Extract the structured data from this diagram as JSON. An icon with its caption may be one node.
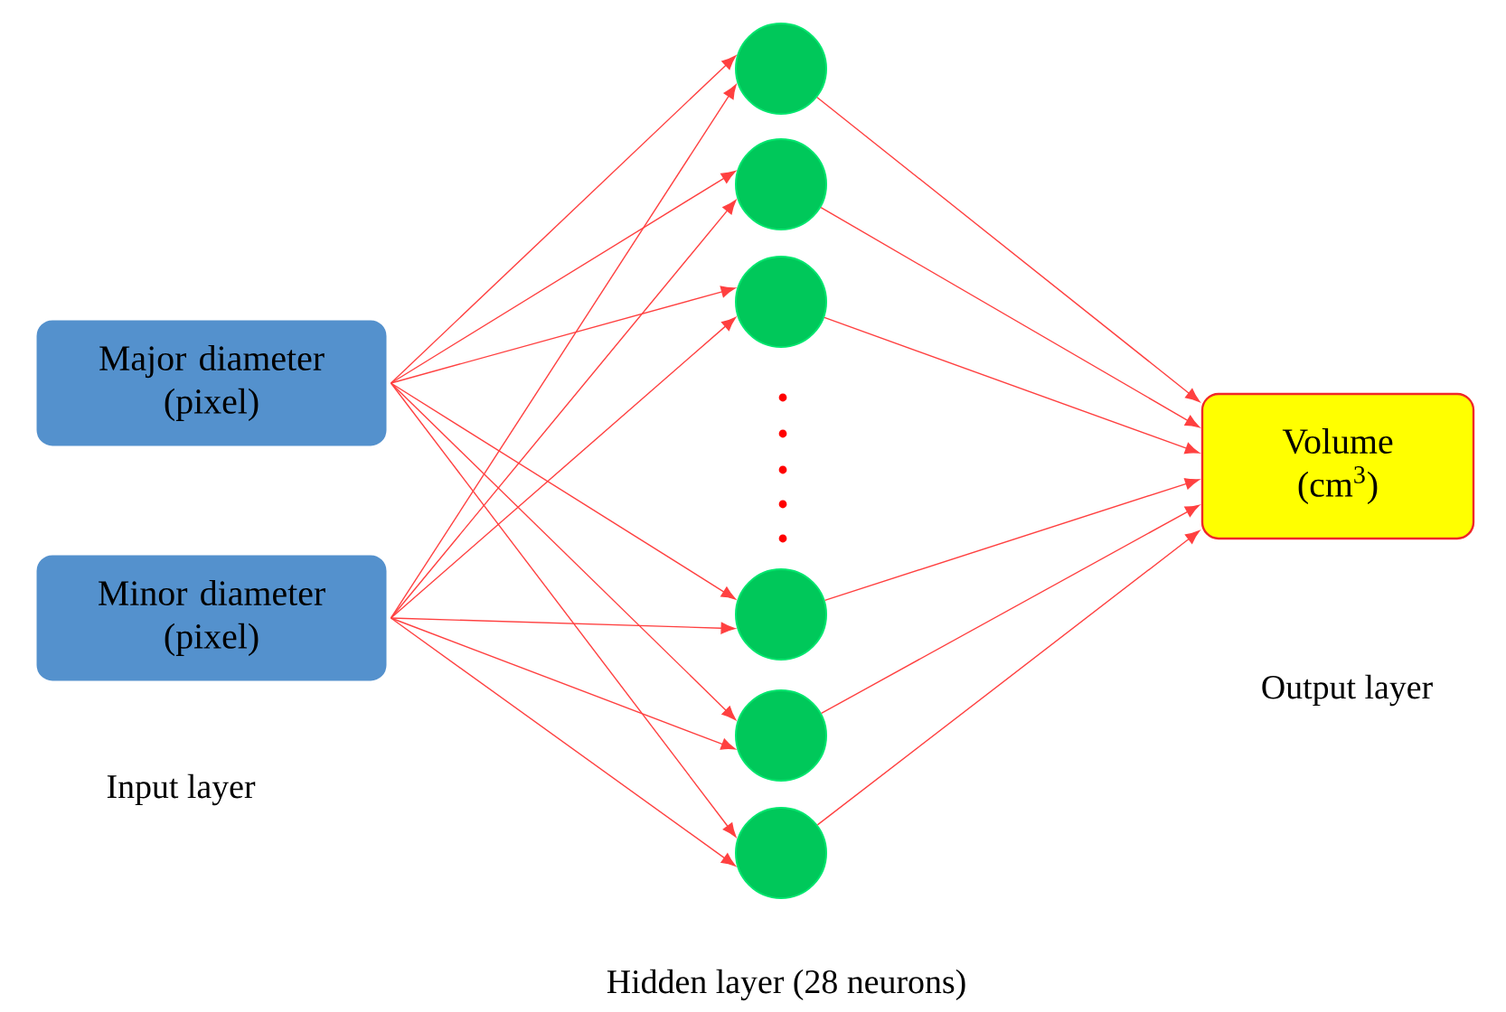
{
  "diagram": {
    "nodes": [
      {
        "text": [
          "Major diameter (pixel)"
        ]
      },
      {
        "text": [
          "Minor diameter (pixel)"
        ]
      },
      {
        "text": [],
        "shape": "circle"
      },
      {
        "text": [],
        "shape": "circle"
      },
      {
        "text": [],
        "shape": "circle"
      },
      {
        "text": [],
        "shape": "circle"
      },
      {
        "text": [],
        "shape": "circle"
      },
      {
        "text": [],
        "shape": "circle"
      },
      {
        "text": [
          "Volume (cm$^{3}$)"
        ]
      }
    ],
    "edges": [
      {
        "from": 0,
        "to": 2,
        "arrow": "to"
      },
      {
        "from": 0,
        "to": 3,
        "arrow": "to"
      },
      {
        "from": 0,
        "to": 4,
        "arrow": "to"
      },
      {
        "from": 0,
        "to": 5,
        "arrow": "to"
      },
      {
        "from": 0,
        "to": 6,
        "arrow": "to"
      },
      {
        "from": 0,
        "to": 7,
        "arrow": "to"
      },
      {
        "from": 1,
        "to": 2,
        "arrow": "to"
      },
      {
        "from": 1,
        "to": 3,
        "arrow": "to"
      },
      {
        "from": 1,
        "to": 4,
        "arrow": "to"
      },
      {
        "from": 1,
        "to": 5,
        "arrow": "to"
      },
      {
        "from": 1,
        "to": 6,
        "arrow": "to"
      },
      {
        "from": 1,
        "to": 7,
        "arrow": "to"
      },
      {
        "from": 2,
        "to": 8,
        "arrow": "to"
      },
      {
        "from": 3,
        "to": 8,
        "arrow": "to"
      },
      {
        "from": 4,
        "to": 8,
        "arrow": "to"
      },
      {
        "from": 5,
        "to": 8,
        "arrow": "to"
      },
      {
        "from": 6,
        "to": 8,
        "arrow": "to"
      },
      {
        "from": 7,
        "to": 8,
        "arrow": "to"
      }
    ],
    "labels": [
      "Input layer",
      "Output layer",
      "Hidden layer (28 neurons)"
    ]
  }
}
